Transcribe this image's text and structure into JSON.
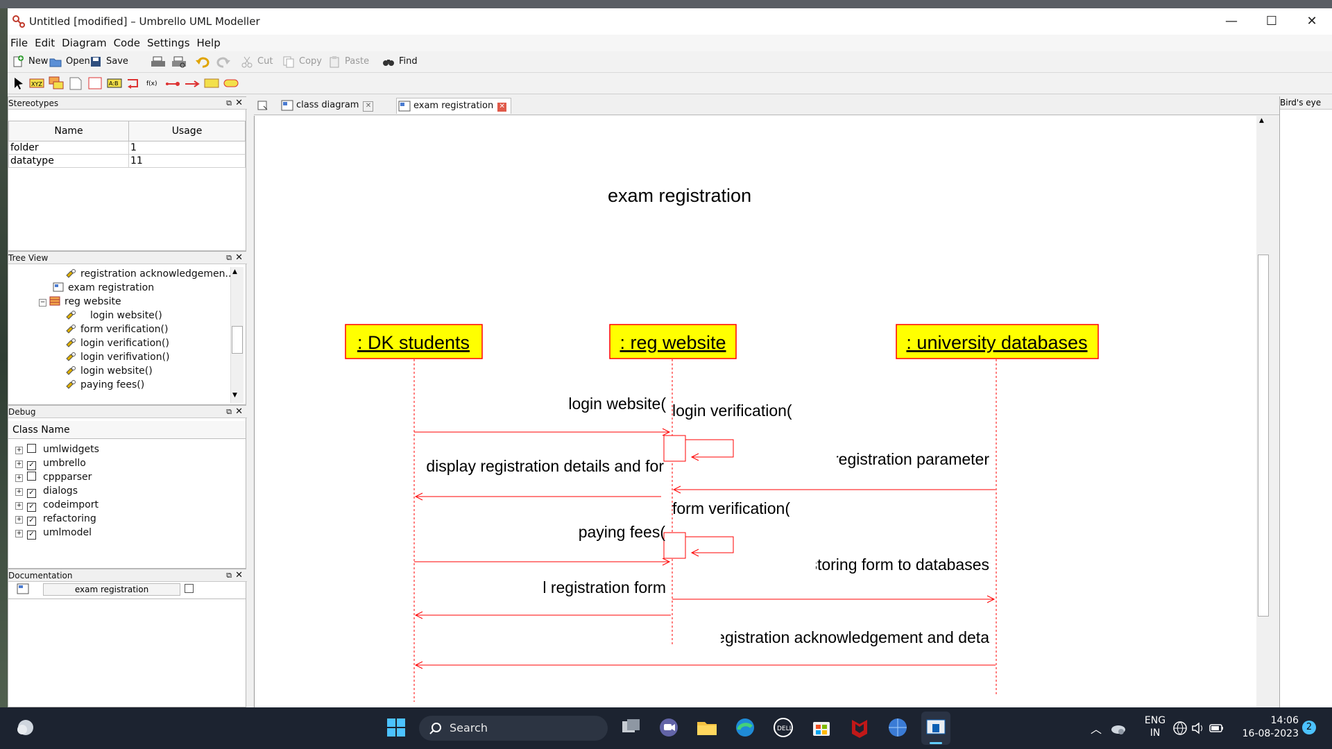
{
  "window": {
    "title": "Untitled [modified] – Umbrello UML Modeller",
    "controls": {
      "minimize": "—",
      "maximize": "☐",
      "close": "✕"
    }
  },
  "menu": [
    "File",
    "Edit",
    "Diagram",
    "Code",
    "Settings",
    "Help"
  ],
  "toolbar": {
    "new": "New",
    "open": "Open",
    "save": "Save",
    "cut": "Cut",
    "copy": "Copy",
    "paste": "Paste",
    "find": "Find"
  },
  "stereotypes": {
    "title": "Stereotypes",
    "columns": [
      "Name",
      "Usage"
    ],
    "rows": [
      {
        "name": "folder",
        "usage": "1"
      },
      {
        "name": "datatype",
        "usage": "11"
      }
    ]
  },
  "tree_view": {
    "title": "Tree View",
    "items": [
      {
        "label": "registration acknowledgemen...",
        "icon": "operation-icon"
      },
      {
        "label": "exam registration",
        "icon": "diagram-icon"
      },
      {
        "label": "reg website",
        "icon": "class-icon"
      },
      {
        "label": "login website()",
        "icon": "operation-icon"
      },
      {
        "label": "form verification()",
        "icon": "operation-icon"
      },
      {
        "label": "login verification()",
        "icon": "operation-icon"
      },
      {
        "label": "login verifivation()",
        "icon": "operation-icon"
      },
      {
        "label": "login website()",
        "icon": "operation-icon"
      },
      {
        "label": "paying fees()",
        "icon": "operation-icon"
      }
    ]
  },
  "debug": {
    "title": "Debug",
    "column": "Class Name",
    "rows": [
      {
        "name": "umlwidgets",
        "checked": false
      },
      {
        "name": "umbrello",
        "checked": true
      },
      {
        "name": "cppparser",
        "checked": false
      },
      {
        "name": "dialogs",
        "checked": true
      },
      {
        "name": "codeimport",
        "checked": true
      },
      {
        "name": "refactoring",
        "checked": true
      },
      {
        "name": "umlmodel",
        "checked": true
      }
    ]
  },
  "documentation": {
    "title": "Documentation",
    "field": "exam registration"
  },
  "tabs": [
    {
      "label": "class diagram",
      "active": false
    },
    {
      "label": "exam registration",
      "active": true
    }
  ],
  "birds_eye": "Bird's eye",
  "diagram": {
    "title": "exam registration",
    "objects": [
      {
        "label": ": DK students"
      },
      {
        "label": ": reg website"
      },
      {
        "label": ": university databases"
      }
    ],
    "messages": [
      {
        "label": "login website("
      },
      {
        "label": "login verification("
      },
      {
        "label": "display registration details and for"
      },
      {
        "label": "registration parameter"
      },
      {
        "label": "form verification("
      },
      {
        "label": "paying fees("
      },
      {
        "label": "storing form to databases"
      },
      {
        "label": "l registration form"
      },
      {
        "label": "registration acknowledgement and deta"
      }
    ],
    "colors": {
      "object_fill": "#ffff00",
      "object_border": "#ff0000",
      "line": "#ff0000"
    }
  },
  "taskbar": {
    "search": "Search",
    "lang": "ENG",
    "region": "IN",
    "time": "14:06",
    "date": "16-08-2023",
    "notifications": "2"
  }
}
